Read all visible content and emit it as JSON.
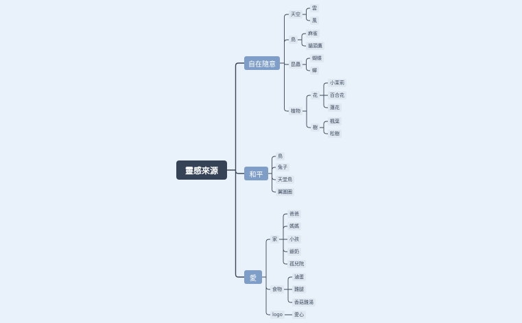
{
  "mindmap": {
    "root": "靈感來源",
    "branches": [
      {
        "label": "自在隨意",
        "children": [
          {
            "label": "天空",
            "children": [
              {
                "label": "雲"
              },
              {
                "label": "風"
              }
            ]
          },
          {
            "label": "鳥",
            "children": [
              {
                "label": "麻雀"
              },
              {
                "label": "貓頭鷹"
              }
            ]
          },
          {
            "label": "昆蟲",
            "children": [
              {
                "label": "蝴蝶"
              },
              {
                "label": "蟬"
              }
            ]
          },
          {
            "label": "植物",
            "children": [
              {
                "label": "花",
                "children": [
                  {
                    "label": "小茉莉"
                  },
                  {
                    "label": "百合花"
                  },
                  {
                    "label": "蓮花"
                  }
                ]
              },
              {
                "label": "樹",
                "children": [
                  {
                    "label": "楓葉"
                  },
                  {
                    "label": "松樹"
                  }
                ]
              }
            ]
          }
        ]
      },
      {
        "label": "和平",
        "children": [
          {
            "label": "鳥"
          },
          {
            "label": "兔子"
          },
          {
            "label": "天堂鳥"
          },
          {
            "label": "翼圖圈"
          }
        ]
      },
      {
        "label": "愛",
        "children": [
          {
            "label": "家",
            "children": [
              {
                "label": "爸爸"
              },
              {
                "label": "媽媽"
              },
              {
                "label": "小孩"
              },
              {
                "label": "爺奶"
              },
              {
                "label": "孤兒院"
              }
            ]
          },
          {
            "label": "食物",
            "children": [
              {
                "label": "滷蛋"
              },
              {
                "label": "雞腿"
              },
              {
                "label": "香菇雞湯"
              }
            ]
          },
          {
            "label": "logo",
            "children": [
              {
                "label": "愛心"
              }
            ]
          }
        ]
      }
    ]
  },
  "colors": {
    "background": "#e9f1fb",
    "root_fill": "#364357",
    "branch_fill": "#7e9ec8",
    "leaf_fill": "#dfe7f1",
    "line": "#3a4656"
  }
}
